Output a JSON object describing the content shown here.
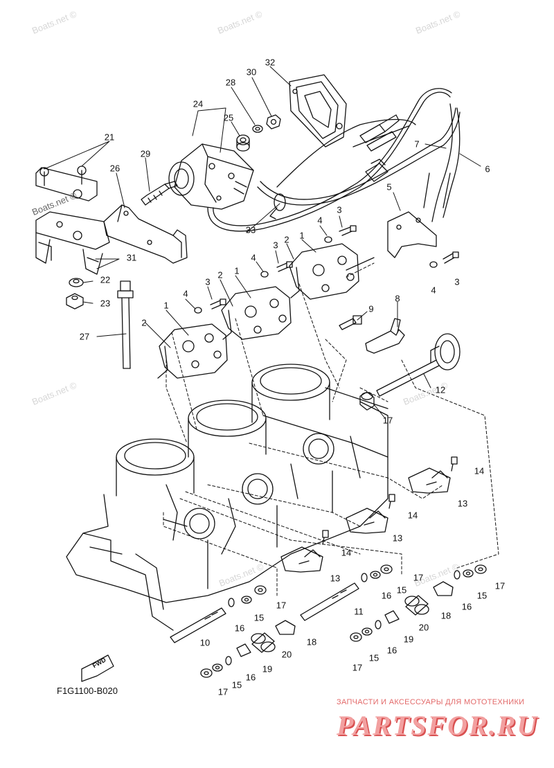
{
  "watermark": "Boats.net ©",
  "figure_code": "F1G1100-B020",
  "fwd_label": "FWD",
  "brand": {
    "tagline": "ЗАПЧАСТИ И АКСЕССУАРЫ ДЛЯ МОТОТЕХНИКИ",
    "name": "PARTSFOR.RU",
    "color": "#e36a6a"
  },
  "callouts": [
    {
      "n": "32"
    },
    {
      "n": "30"
    },
    {
      "n": "28"
    },
    {
      "n": "24"
    },
    {
      "n": "25"
    },
    {
      "n": "21"
    },
    {
      "n": "29"
    },
    {
      "n": "26"
    },
    {
      "n": "7"
    },
    {
      "n": "6"
    },
    {
      "n": "5"
    },
    {
      "n": "3"
    },
    {
      "n": "4"
    },
    {
      "n": "1"
    },
    {
      "n": "2"
    },
    {
      "n": "33"
    },
    {
      "n": "3"
    },
    {
      "n": "4"
    },
    {
      "n": "1"
    },
    {
      "n": "2"
    },
    {
      "n": "31"
    },
    {
      "n": "22"
    },
    {
      "n": "4"
    },
    {
      "n": "3"
    },
    {
      "n": "4"
    },
    {
      "n": "3"
    },
    {
      "n": "23"
    },
    {
      "n": "1"
    },
    {
      "n": "2"
    },
    {
      "n": "9"
    },
    {
      "n": "8"
    },
    {
      "n": "27"
    },
    {
      "n": "12"
    },
    {
      "n": "17"
    },
    {
      "n": "14"
    },
    {
      "n": "13"
    },
    {
      "n": "14"
    },
    {
      "n": "13"
    },
    {
      "n": "14"
    },
    {
      "n": "13"
    },
    {
      "n": "17"
    },
    {
      "n": "16"
    },
    {
      "n": "15"
    },
    {
      "n": "17"
    },
    {
      "n": "16"
    },
    {
      "n": "15"
    },
    {
      "n": "18"
    },
    {
      "n": "20"
    },
    {
      "n": "17"
    },
    {
      "n": "15"
    },
    {
      "n": "16"
    },
    {
      "n": "10"
    },
    {
      "n": "11"
    },
    {
      "n": "18"
    },
    {
      "n": "19"
    },
    {
      "n": "16"
    },
    {
      "n": "15"
    },
    {
      "n": "17"
    },
    {
      "n": "20"
    },
    {
      "n": "19"
    },
    {
      "n": "16"
    },
    {
      "n": "15"
    },
    {
      "n": "17"
    }
  ]
}
